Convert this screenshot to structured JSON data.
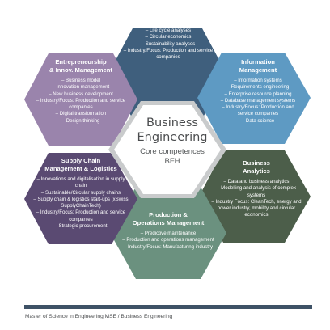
{
  "colors": {
    "sustainability": "#3f5f7d",
    "information": "#5e9ac3",
    "analytics": "#4c5e4a",
    "production": "#6b917f",
    "supply_chain": "#5a4a72",
    "entrepreneurship": "#9a84ac",
    "center_ring": "#c9cbcc",
    "footer_bar": "#3e5266"
  },
  "center": {
    "title": "Business\nEngineering",
    "subtitle": "Core competences\nBFH"
  },
  "hexes": {
    "sustainability": {
      "title": "Sustainability",
      "items": [
        "– Life cycle analyses",
        "– Circular economics",
        "– Sustainability analyses",
        "– Industry/Focus: Production and service companies"
      ]
    },
    "information": {
      "title": "Information\nManagement",
      "items": [
        "– Information systems",
        "– Requirements engineering",
        "– Enterprise resource planning",
        "– Database management systems",
        "– Industry/Focus: Production and service companies",
        "– Data science"
      ]
    },
    "analytics": {
      "title": "Business\nAnalytics",
      "items": [
        "– Data and business analytics",
        "– Modelling and analysis of complex systems",
        "– Industry Focus: CleanTech, energy and power industry, mobility and circular economics"
      ]
    },
    "production": {
      "title": "Production &\nOperations Management",
      "items": [
        "– Predictive maintenance",
        "– Production and operations management",
        "– Industry/Focus: Manufacturing industry"
      ]
    },
    "supply_chain": {
      "title": "Supply Chain\nManagement & Logistics",
      "items": [
        "– Innovations and digitalisation in supply chain",
        "– Sustainable/Circular supply chains",
        "– Supply chain & logistics start-ups (xSwiss SupplyChainTech)",
        "– Industry/Focus: Production and service companies",
        "– Strategic procurement"
      ]
    },
    "entrepreneurship": {
      "title": "Entrepreneurship\n& Innov. Management",
      "items": [
        "– Business model",
        "– Innovation management",
        "– New business development",
        "– Industry/Focus: Production and service companies",
        "– Digital transformation",
        "– Design thinking"
      ]
    }
  },
  "footer": {
    "text": "Master of Science in Engineering MSE / Business Engineering"
  }
}
